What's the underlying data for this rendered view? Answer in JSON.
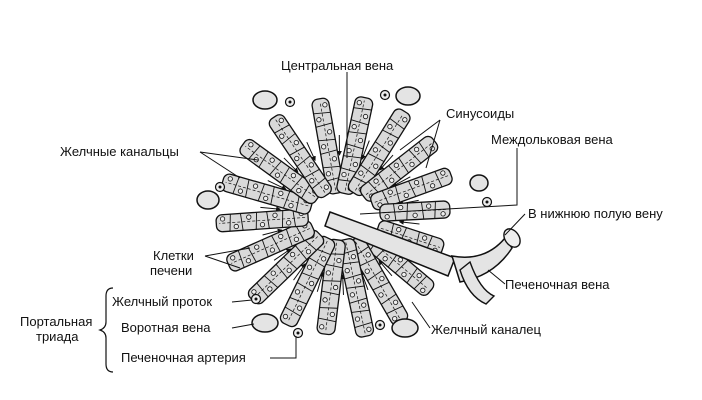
{
  "labels": {
    "central_vein": "Центральная вена",
    "sinusoids": "Синусоиды",
    "interlobular_vein": "Междольковая вена",
    "bile_canaliculi": "Желчные канальцы",
    "ivc": "В нижнюю полую вену",
    "hepatocytes_1": "Клетки",
    "hepatocytes_2": "печени",
    "hepatic_vein": "Печеночная вена",
    "portal_triad_1": "Портальная",
    "portal_triad_2": "триада",
    "bile_duct": "Желчный проток",
    "portal_vein": "Воротная вена",
    "hepatic_artery": "Печеночная артерия",
    "bile_canaliculus": "Желчный каналец"
  },
  "colors": {
    "line": "#111111",
    "cell_fill": "#d9d9d9",
    "cell_light": "#eeeeee",
    "vein_fill": "#e4e4e4",
    "background": "#ffffff"
  }
}
